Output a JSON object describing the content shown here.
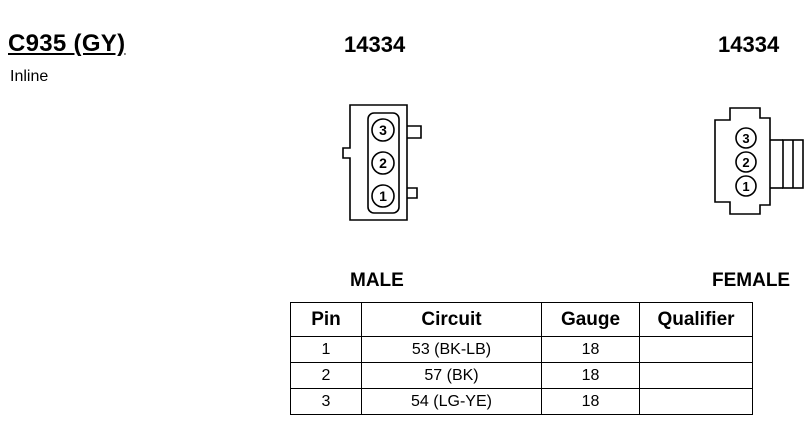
{
  "connector": {
    "id": "C935 (GY)",
    "location": "Inline"
  },
  "male": {
    "part_number": "14334",
    "label": "MALE",
    "pins": [
      "3",
      "2",
      "1"
    ]
  },
  "female": {
    "part_number": "14334",
    "label": "FEMALE",
    "pins": [
      "3",
      "2",
      "1"
    ]
  },
  "pin_table": {
    "headers": [
      "Pin",
      "Circuit",
      "Gauge",
      "Qualifier"
    ],
    "rows": [
      {
        "pin": "1",
        "circuit": "53 (BK-LB)",
        "gauge": "18",
        "qualifier": ""
      },
      {
        "pin": "2",
        "circuit": "57 (BK)",
        "gauge": "18",
        "qualifier": ""
      },
      {
        "pin": "3",
        "circuit": "54 (LG-YE)",
        "gauge": "18",
        "qualifier": ""
      }
    ]
  }
}
